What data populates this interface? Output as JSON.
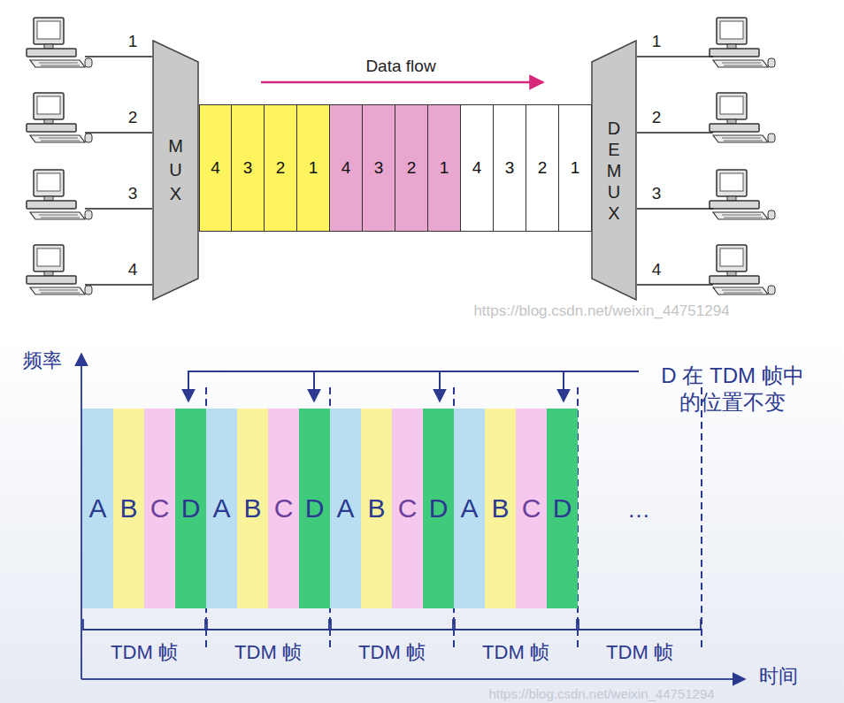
{
  "diagram": {
    "nodes": [
      {
        "text": [
          "MUX"
        ]
      },
      {
        "text": [
          "4"
        ]
      },
      {
        "text": [
          "3"
        ]
      },
      {
        "text": [
          "2"
        ]
      },
      {
        "text": [
          "1"
        ]
      },
      {
        "text": [
          "4"
        ]
      },
      {
        "text": [
          "3"
        ]
      },
      {
        "text": [
          "2"
        ]
      },
      {
        "text": [
          "1"
        ]
      },
      {
        "text": [
          "4"
        ]
      },
      {
        "text": [
          "3"
        ]
      },
      {
        "text": [
          "2"
        ]
      },
      {
        "text": [
          "1"
        ]
      },
      {
        "text": [
          "DEMUX"
        ]
      },
      {
        "text": [
          "A"
        ]
      },
      {
        "text": [
          "B"
        ]
      },
      {
        "text": [
          "C"
        ]
      },
      {
        "text": [
          "D"
        ]
      },
      {
        "text": [
          "A"
        ]
      },
      {
        "text": [
          "B"
        ]
      },
      {
        "text": [
          "C"
        ]
      },
      {
        "text": [
          "D"
        ]
      },
      {
        "text": [
          "A"
        ]
      },
      {
        "text": [
          "B"
        ]
      },
      {
        "text": [
          "C"
        ]
      },
      {
        "text": [
          "D"
        ]
      },
      {
        "text": [
          "A"
        ]
      },
      {
        "text": [
          "B"
        ]
      },
      {
        "text": [
          "C"
        ]
      },
      {
        "text": [
          "D"
        ]
      }
    ],
    "labels": [
      "1",
      "2",
      "3",
      "4",
      "Data flow",
      "1",
      "2",
      "3",
      "4",
      "https://blog.csdn.net/weixin_44751294",
      "频率",
      "D 在 TDM 帧中的位置不变",
      "…",
      "TDM 帧",
      "TDM 帧",
      "TDM 帧",
      "TDM 帧",
      "TDM 帧",
      "时间",
      "https://blog.csdn.net/weixin_44751294"
    ]
  }
}
